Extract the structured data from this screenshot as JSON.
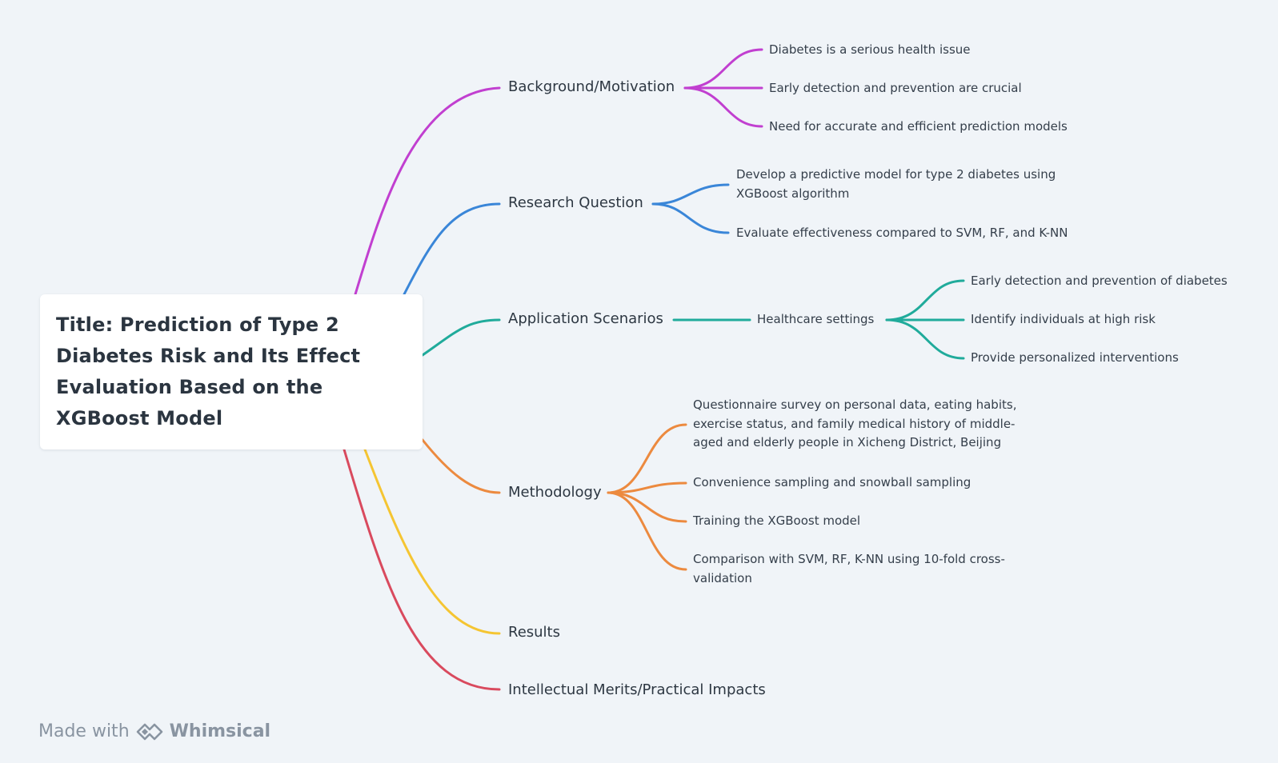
{
  "title": "Title: Prediction of Type 2 Diabetes Risk and Its Effect Evaluation Based on the XGBoost Model",
  "branches": [
    {
      "label": "Background/Motivation",
      "color": "#c13fd0",
      "children": [
        {
          "label": "Diabetes is a serious health issue"
        },
        {
          "label": "Early detection and prevention are crucial"
        },
        {
          "label": "Need for accurate and efficient prediction models"
        }
      ]
    },
    {
      "label": "Research Question",
      "color": "#3a86d8",
      "children": [
        {
          "label": "Develop a predictive model for type 2 diabetes using XGBoost algorithm"
        },
        {
          "label": "Evaluate effectiveness compared to SVM, RF, and K-NN"
        }
      ]
    },
    {
      "label": "Application Scenarios",
      "color": "#20ab9b",
      "children": [
        {
          "label": "Healthcare settings",
          "children": [
            {
              "label": "Early detection and prevention of diabetes"
            },
            {
              "label": "Identify individuals at high risk"
            },
            {
              "label": "Provide personalized interventions"
            }
          ]
        }
      ]
    },
    {
      "label": "Methodology",
      "color": "#ec8a3f",
      "children": [
        {
          "label": "Questionnaire survey on personal data, eating habits, exercise status, and family medical history of middle-aged and elderly people in Xicheng District, Beijing"
        },
        {
          "label": "Convenience sampling and snowball sampling"
        },
        {
          "label": "Training the XGBoost model"
        },
        {
          "label": "Comparison with SVM, RF, K-NN using 10-fold cross-validation"
        }
      ]
    },
    {
      "label": "Results",
      "color": "#f5c532",
      "children": []
    },
    {
      "label": "Intellectual Merits/Practical Impacts",
      "color": "#d94a5e",
      "children": []
    }
  ],
  "footer": {
    "prefix": "Made with",
    "brand": "Whimsical"
  }
}
